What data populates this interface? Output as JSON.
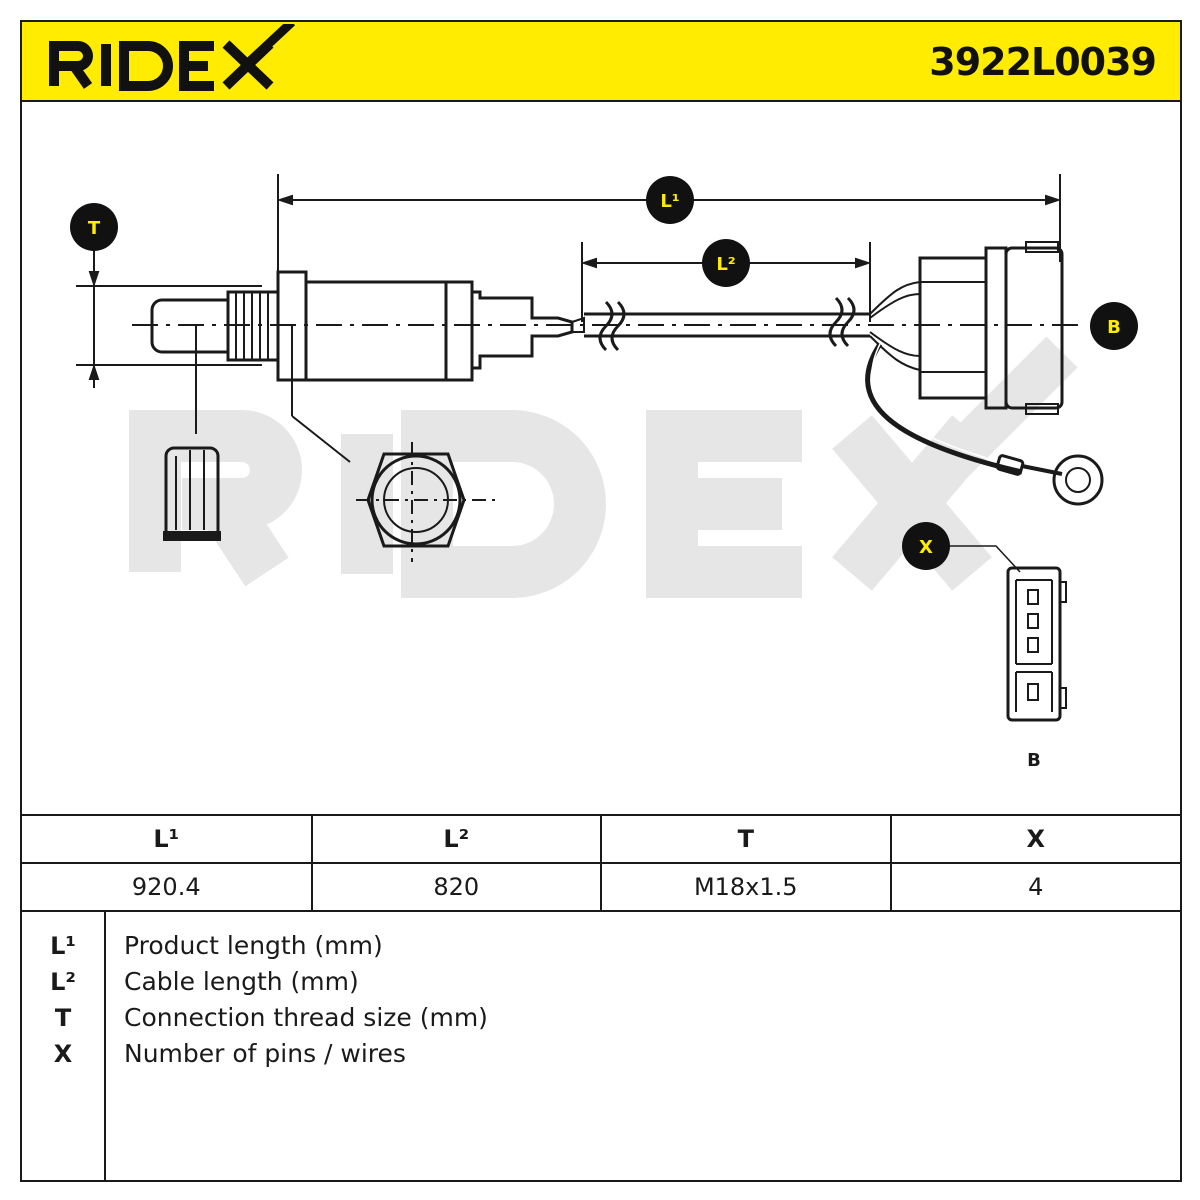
{
  "brand": "RIDEX",
  "part_number": "3922L0039",
  "watermark": "RIDEX",
  "callouts": {
    "l1": "L¹",
    "l2": "L²",
    "t": "T",
    "b": "B",
    "x": "X",
    "connector_label": "B"
  },
  "spec_table": {
    "headers": [
      "L¹",
      "L²",
      "T",
      "X"
    ],
    "values": [
      "920.4",
      "820",
      "M18x1.5",
      "4"
    ]
  },
  "legend": [
    {
      "key": "L¹",
      "text": "Product length (mm)"
    },
    {
      "key": "L²",
      "text": "Cable length (mm)"
    },
    {
      "key": "T",
      "text": "Connection thread size (mm)"
    },
    {
      "key": "X",
      "text": "Number of pins / wires"
    }
  ],
  "colors": {
    "brand_yellow": "#ffec00",
    "line": "#1a1a1a",
    "watermark": "#e6e6e6"
  }
}
